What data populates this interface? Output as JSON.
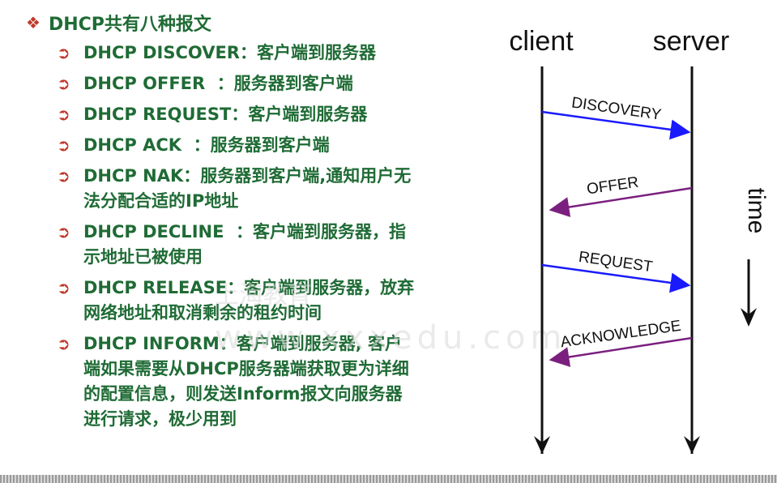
{
  "title": "DHCP共有八种报文",
  "items": [
    {
      "text": "DHCP DISCOVER：客户端到服务器"
    },
    {
      "text": "DHCP OFFER  ：服务器到客户端"
    },
    {
      "text": "DHCP REQUEST：客户端到服务器"
    },
    {
      "text": "DHCP ACK  ：服务器到客户端"
    },
    {
      "text": "DHCP NAK：服务器到客户端,通知用户无\n法分配合适的IP地址"
    },
    {
      "text": "DHCP DECLINE  ：客户端到服务器，指\n示地址已被使用"
    },
    {
      "text": "DHCP RELEASE：客户端到服务器，放弃\n网络地址和取消剩余的租约时间"
    },
    {
      "text": "DHCP INFORM：客户端到服务器, 客户\n端如果需要从DHCP服务器端获取更为详细\n的配置信息，则发送Inform报文向服务器\n进行请求，极少用到"
    }
  ],
  "watermark": {
    "line1": "上海教育",
    "line2": "www.xxxedu.com"
  },
  "diagram": {
    "client_label": "client",
    "server_label": "server",
    "time_label": "time",
    "messages": [
      {
        "label": "DISCOVERY",
        "direction": "to-server",
        "color": "#1a1aff"
      },
      {
        "label": "OFFER",
        "direction": "to-client",
        "color": "#7b1f7f"
      },
      {
        "label": "REQUEST",
        "direction": "to-server",
        "color": "#1a1aff"
      },
      {
        "label": "ACKNOWLEDGE",
        "direction": "to-client",
        "color": "#7b1f7f"
      }
    ]
  },
  "colors": {
    "text": "#1f6b35",
    "bullet": "#c0392b"
  }
}
